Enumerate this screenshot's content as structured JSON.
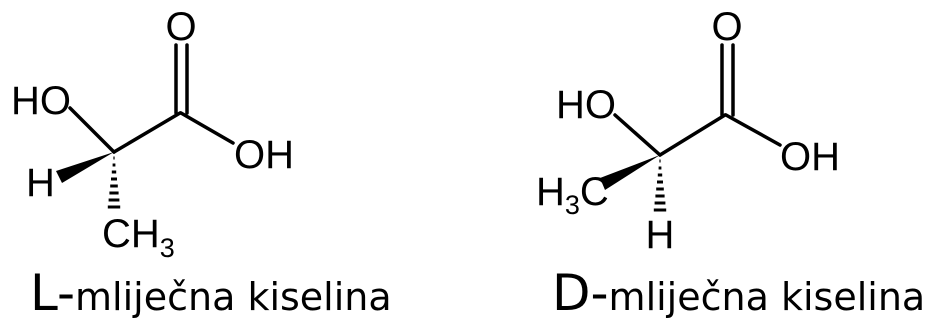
{
  "molecules": [
    {
      "name_prefix": "L-",
      "name_rest": "mliječna kiselina",
      "atoms": {
        "carbonyl_o": "O",
        "hydroxyl_left": "HO",
        "hydroxyl_right": "OH",
        "wedge_substituent": "H",
        "hash_substituent_main": "CH",
        "hash_substituent_sub": "3"
      }
    },
    {
      "name_prefix": "D-",
      "name_rest": "mliječna kiselina",
      "atoms": {
        "carbonyl_o": "O",
        "hydroxyl_left": "HO",
        "hydroxyl_right": "OH",
        "wedge_substituent_main": "H",
        "wedge_substituent_sub": "3",
        "wedge_substituent_tail": "C",
        "hash_substituent": "H"
      }
    }
  ],
  "colors": {
    "ink": "#000000",
    "background": "#ffffff"
  }
}
